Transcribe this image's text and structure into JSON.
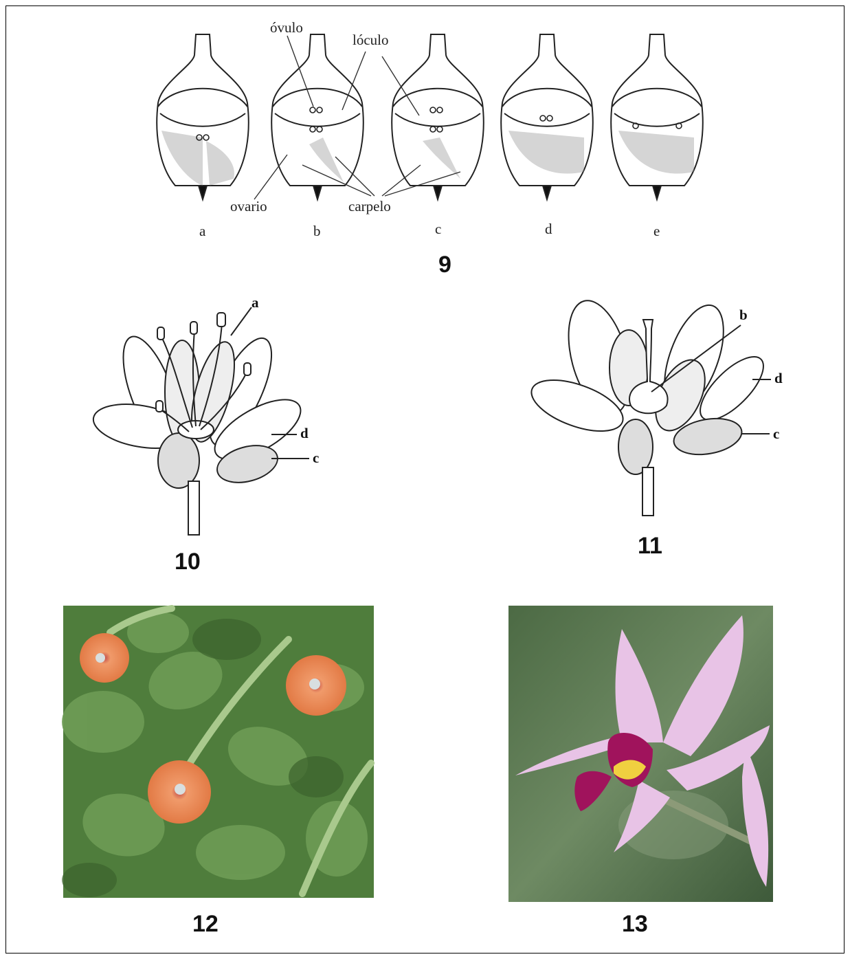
{
  "figure9": {
    "number": "9",
    "panels": [
      "a",
      "b",
      "c",
      "d",
      "e"
    ],
    "labels": {
      "ovulo": "óvulo",
      "loculo": "lóculo",
      "ovario": "ovario",
      "carpelo": "carpelo"
    }
  },
  "figure10": {
    "number": "10",
    "labels": {
      "a": "a",
      "d": "d",
      "c": "c"
    }
  },
  "figure11": {
    "number": "11",
    "labels": {
      "b": "b",
      "d": "d",
      "c": "c"
    }
  },
  "figure12": {
    "number": "12"
  },
  "figure13": {
    "number": "13"
  },
  "colors": {
    "photo12_bg": "#4f7d3c",
    "photo12_flower": "#e88a52",
    "photo13_bg": "#5f7c58",
    "photo13_petal": "#e8c3e6",
    "photo13_lip": "#a0135c"
  }
}
